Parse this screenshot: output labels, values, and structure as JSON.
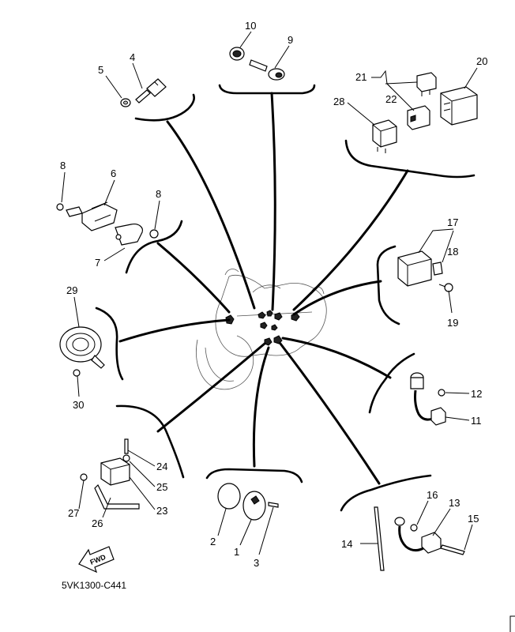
{
  "diagram": {
    "callouts": {
      "c1": "1",
      "c2": "2",
      "c3": "3",
      "c4": "4",
      "c5": "5",
      "c6": "6",
      "c7": "7",
      "c8a": "8",
      "c8b": "8",
      "c9": "9",
      "c10": "10",
      "c11": "11",
      "c12": "12",
      "c13": "13",
      "c14": "14",
      "c15": "15",
      "c16": "16",
      "c17": "17",
      "c18": "18",
      "c19": "19",
      "c20": "20",
      "c21": "21",
      "c22": "22",
      "c23": "23",
      "c24": "24",
      "c25": "25",
      "c26": "26",
      "c27": "27",
      "c28": "28",
      "c29": "29",
      "c30": "30"
    },
    "fwd_label": "FWD",
    "drawing_code": "5VK1300-C441"
  }
}
